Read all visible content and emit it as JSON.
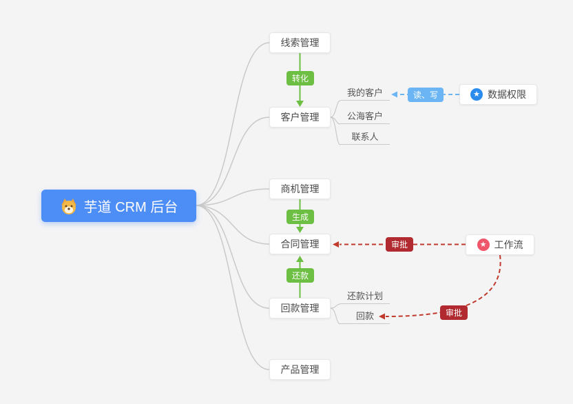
{
  "root": {
    "label": "芋道 CRM 后台"
  },
  "nodes": {
    "leads": "线索管理",
    "customers": "客户管理",
    "my_customers": "我的客户",
    "public_customers": "公海客户",
    "contacts": "联系人",
    "opportunities": "商机管理",
    "contracts": "合同管理",
    "payments": "回款管理",
    "payment_plan": "还款计划",
    "payment_item": "回款",
    "products": "产品管理",
    "data_permission": "数据权限",
    "workflow": "工作流"
  },
  "badges": {
    "convert": "转化",
    "generate": "生成",
    "repay": "还款",
    "read_write": "读、写",
    "approve_contract": "审批",
    "approve_payment": "审批"
  },
  "icons": {
    "star_glyph": "★",
    "data_permission_icon": "star-in-blue-circle",
    "workflow_icon": "star-in-pink-circle",
    "root_icon": "shiba-dog-mascot"
  },
  "colors": {
    "bg": "#f4f4f5",
    "primary": "#4d8df6",
    "green": "#6dbf43",
    "lightblue": "#6cb5f5",
    "red-badge": "#b02a30",
    "red-line": "#c0392b",
    "line-gray": "#c9c9c9",
    "star-blue": "#2b8ced",
    "star-pink": "#f0566a"
  }
}
